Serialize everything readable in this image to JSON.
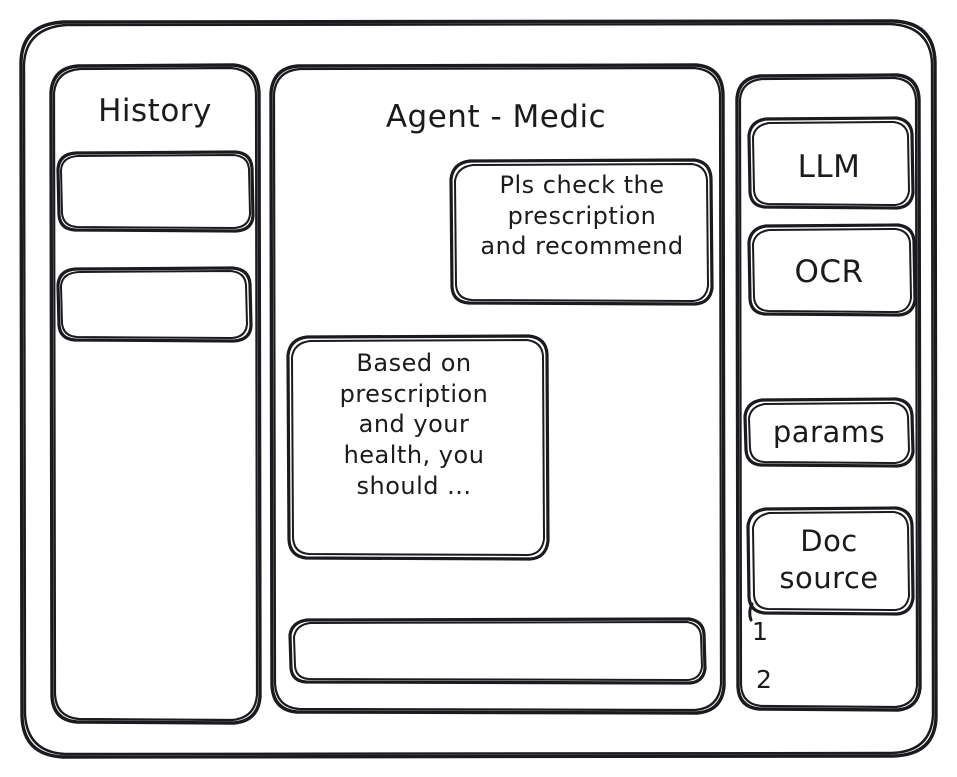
{
  "app": {
    "style": "hand-drawn wireframe",
    "stroke_color": "#1b1b1f",
    "background_color": "#ffffff"
  },
  "sidebar_left": {
    "title": "History",
    "items": [
      {
        "label": "",
        "name": "history-item-1"
      },
      {
        "label": "",
        "name": "history-item-2"
      }
    ]
  },
  "main": {
    "title": "Agent - Medic",
    "messages": [
      {
        "role": "user",
        "text": "Pls check the\nprescription\nand recommend"
      },
      {
        "role": "assistant",
        "text": "Based on\nprescription\nand your\nhealth, you\nshould ..."
      }
    ],
    "composer": {
      "value": "",
      "placeholder": ""
    }
  },
  "sidebar_right": {
    "cards": [
      {
        "label": "LLM"
      },
      {
        "label": "OCR"
      },
      {
        "label": "params"
      },
      {
        "label": "Doc\nsource"
      }
    ],
    "source_list": [
      "1",
      "2"
    ]
  }
}
